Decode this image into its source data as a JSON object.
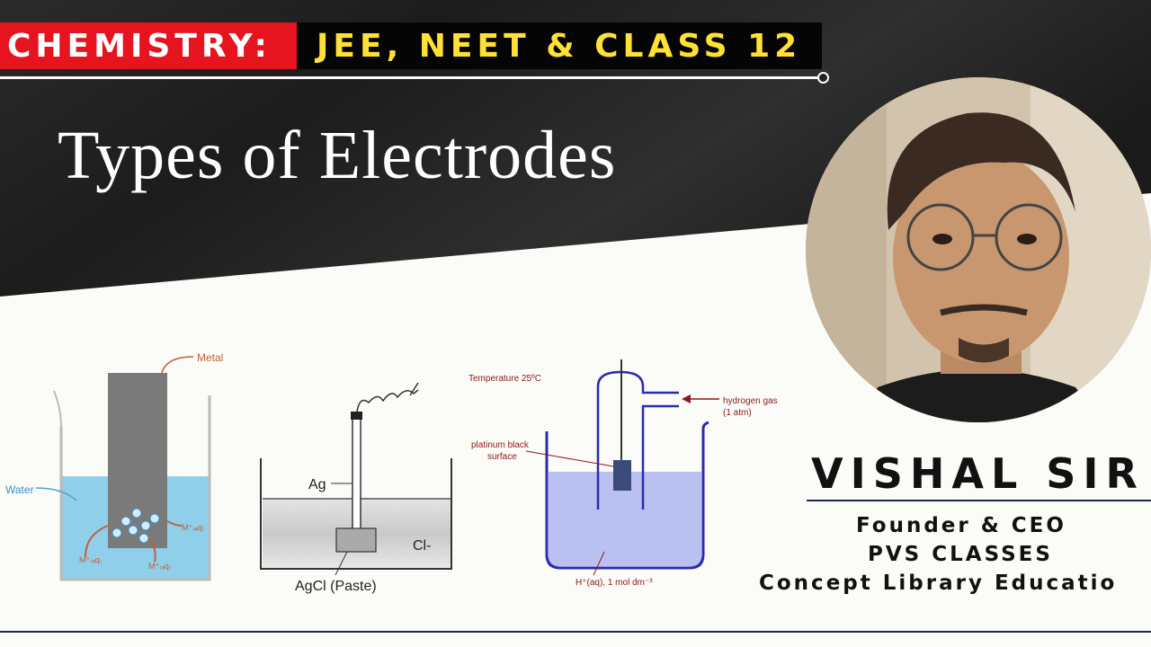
{
  "header": {
    "subject_label": "CHEMISTRY:",
    "exams_label": "JEE, NEET & CLASS 12"
  },
  "title": "Types of Electrodes",
  "instructor": {
    "name": "VISHAL SIR",
    "role": "Founder & CEO",
    "company": "PVS CLASSES",
    "org": "Concept Library Educatio"
  },
  "diagram_metal": {
    "metal_label": "Metal",
    "water_label": "Water"
  },
  "diagram_agcl": {
    "ag_label": "Ag",
    "cl_label": "Cl-",
    "agcl_label": "AgCl (Paste)"
  },
  "diagram_she": {
    "temperature_label": "Temperature 25ºC",
    "gas_label_1": "hydrogen gas",
    "gas_label_2": "(1 atm)",
    "platinum_label_1": "platinum black",
    "platinum_label_2": "surface",
    "solution_label": "H⁺(aq), 1 mol dm⁻³"
  },
  "colors": {
    "red_tag": "#e6141e",
    "black_tag": "#050505",
    "yellow_text": "#ffe135",
    "label_orange": "#c0603a",
    "water_blue": "#7cc7e8",
    "solution_violet": "#aeb6ee",
    "navy_rule": "#1b2a4a"
  }
}
